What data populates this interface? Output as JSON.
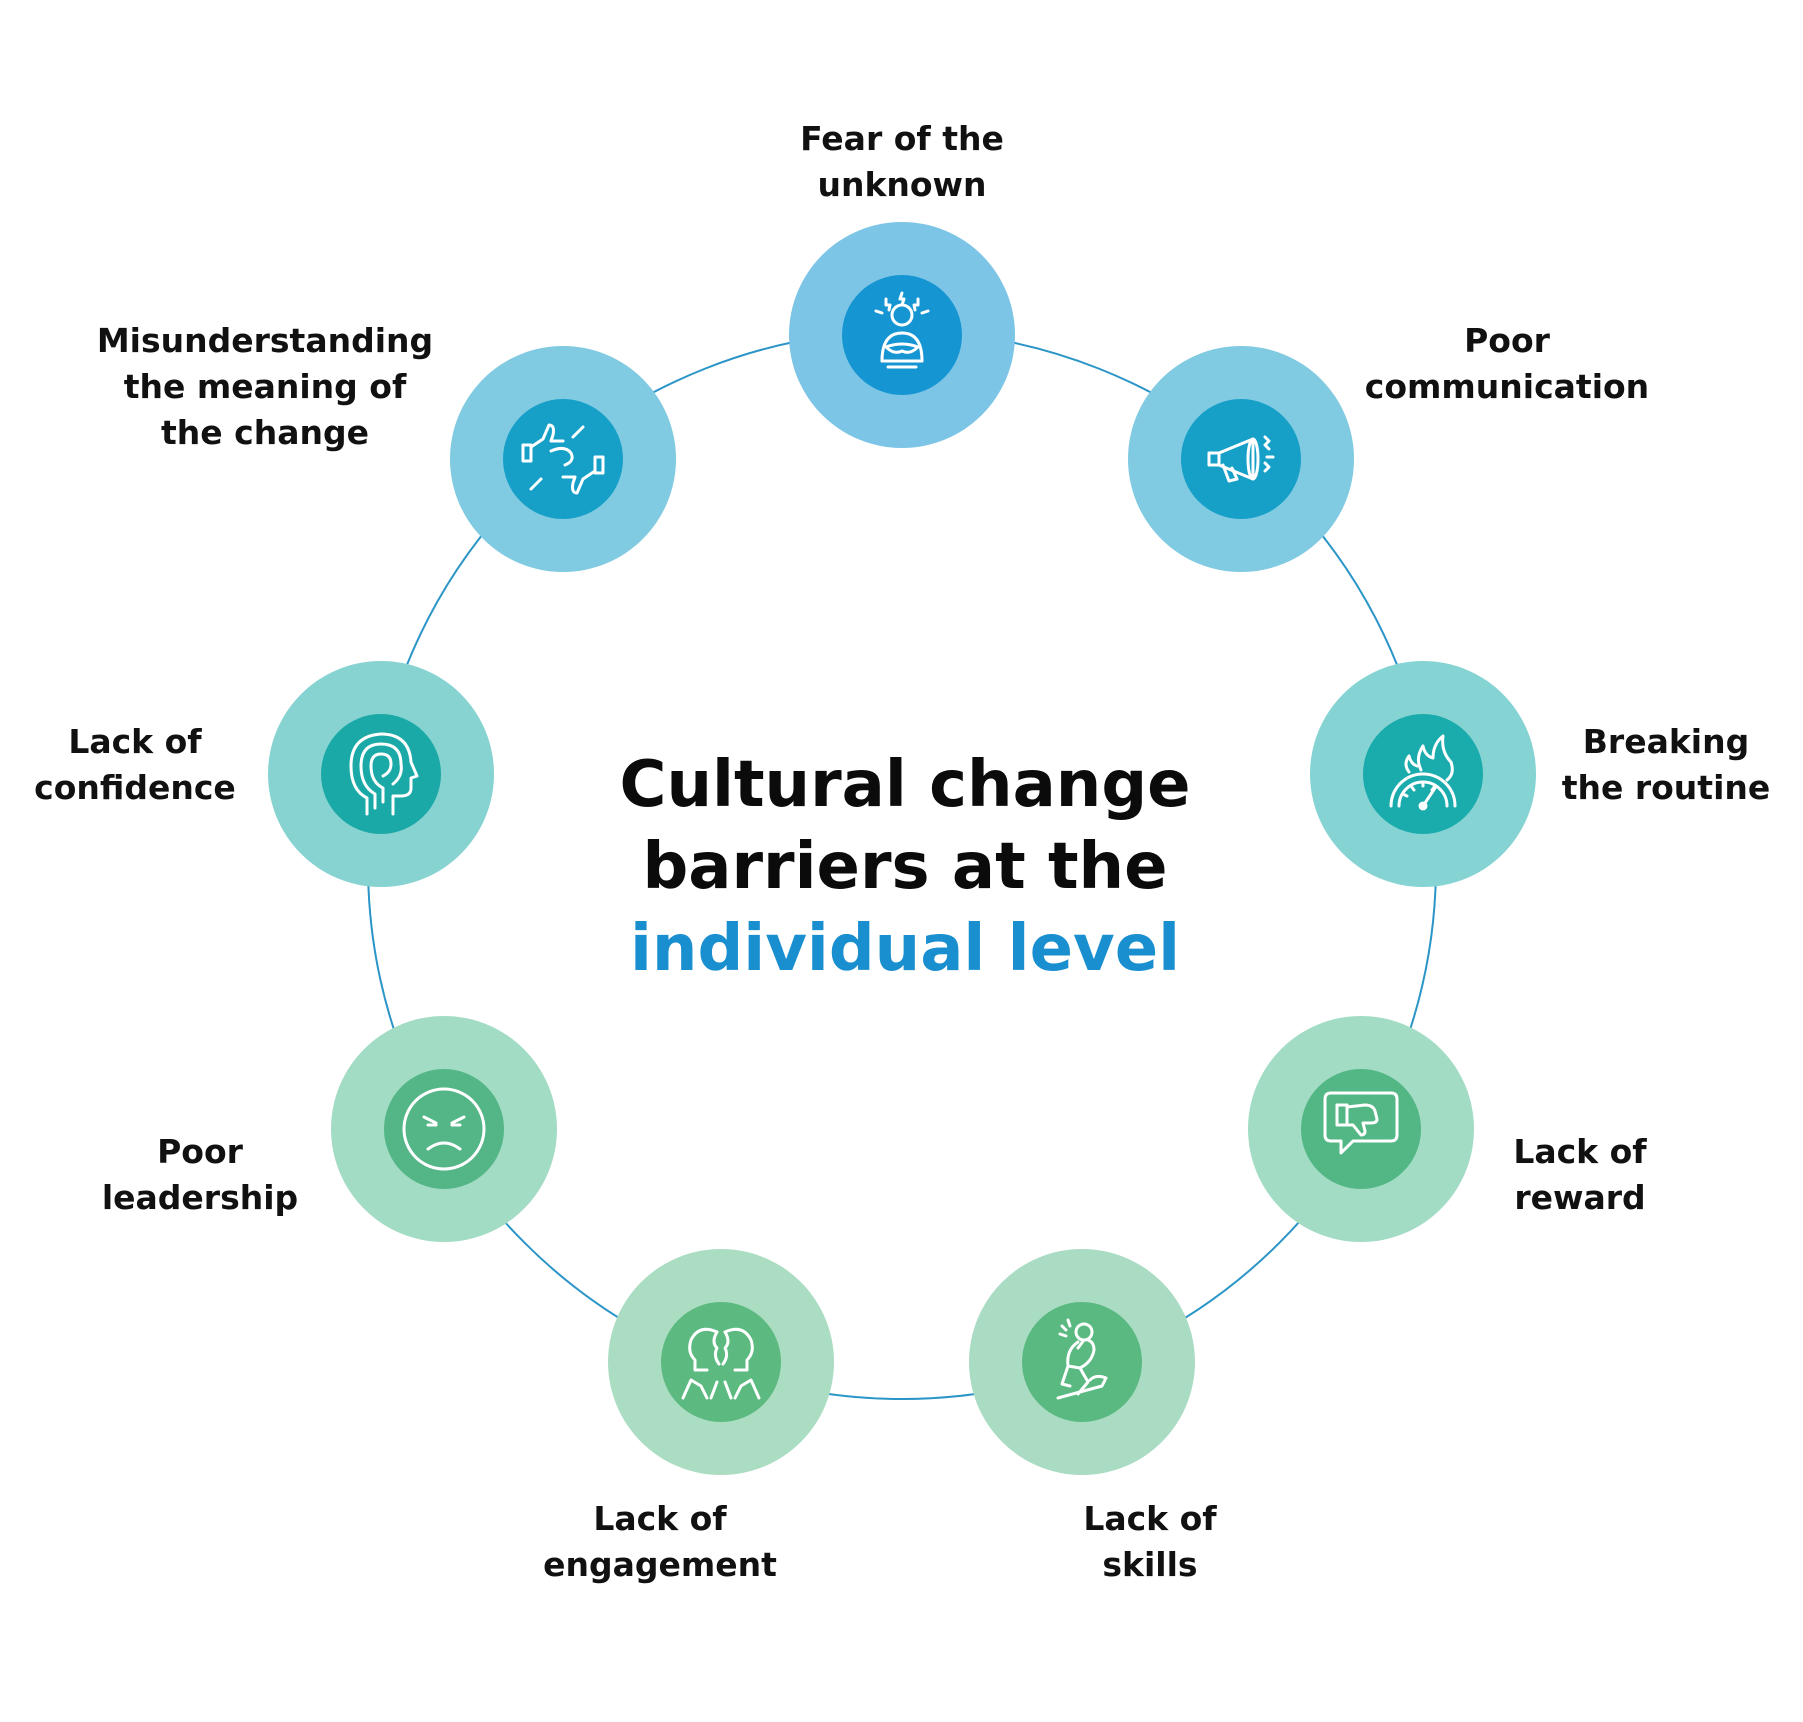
{
  "title": {
    "line1": "Cultural change",
    "line2": "barriers at the",
    "line3": "individual level"
  },
  "colors": {
    "accent": "#1a8fd0",
    "connector": "#2a95c6",
    "text": "#111111"
  },
  "barriers": [
    {
      "name": "fear",
      "icon": "anxious-person-icon",
      "lines": [
        "Fear of the",
        "unknown"
      ],
      "outer": "#7dc5e6",
      "inner": "#1596d3"
    },
    {
      "name": "poor-communication",
      "icon": "megaphone-icon",
      "lines": [
        "Poor",
        "communication"
      ],
      "outer": "#80cae2",
      "inner": "#16a0c8"
    },
    {
      "name": "breaking-routine",
      "icon": "speedometer-flame-icon",
      "lines": [
        "Breaking",
        "the routine"
      ],
      "outer": "#86d3d3",
      "inner": "#1aabad"
    },
    {
      "name": "lack-of-reward",
      "icon": "thumbs-down-bubble-icon",
      "lines": [
        "Lack of",
        "reward"
      ],
      "outer": "#a2dcc4",
      "inner": "#53b785"
    },
    {
      "name": "lack-of-skills",
      "icon": "thinker-icon",
      "lines": [
        "Lack of",
        "skills"
      ],
      "outer": "#a9dcc2",
      "inner": "#5ab980"
    },
    {
      "name": "lack-of-engagement",
      "icon": "split-heads-icon",
      "lines": [
        "Lack of",
        "engagement"
      ],
      "outer": "#abddc2",
      "inner": "#5cba80"
    },
    {
      "name": "poor-leadership",
      "icon": "angry-face-icon",
      "lines": [
        "Poor",
        "leadership"
      ],
      "outer": "#a3dcc4",
      "inner": "#54b687"
    },
    {
      "name": "lack-of-confidence",
      "icon": "head-profile-icon",
      "lines": [
        "Lack of",
        "confidence"
      ],
      "outer": "#86d3d2",
      "inner": "#1aa9a6"
    },
    {
      "name": "misunderstanding",
      "icon": "thumbs-up-down-icon",
      "lines": [
        "Misunderstanding",
        "the meaning of",
        "the change"
      ],
      "outer": "#80cae2",
      "inner": "#16a0c8"
    }
  ]
}
